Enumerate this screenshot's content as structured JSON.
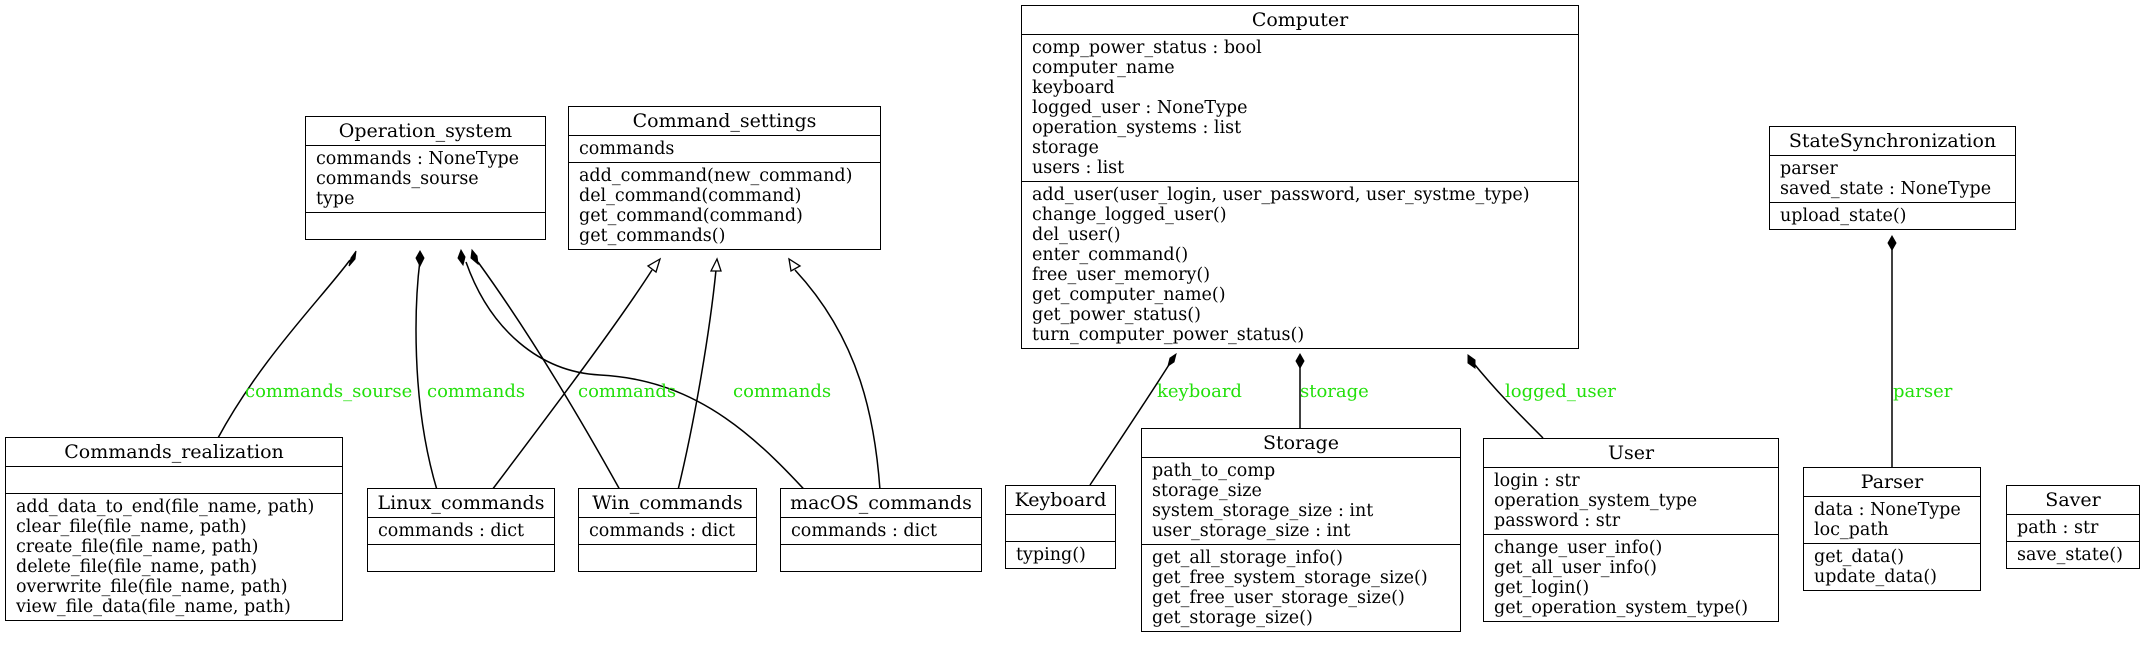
{
  "classes": {
    "operation_system": {
      "name": "Operation_system",
      "attributes": "commands : NoneType\ncommands_sourse\ntype",
      "methods": ""
    },
    "command_settings": {
      "name": "Command_settings",
      "attributes": "commands",
      "methods": "add_command(new_command)\ndel_command(command)\nget_command(command)\nget_commands()"
    },
    "computer": {
      "name": "Computer",
      "attributes": "comp_power_status : bool\ncomputer_name\nkeyboard\nlogged_user : NoneType\noperation_systems : list\nstorage\nusers : list",
      "methods": "add_user(user_login, user_password, user_systme_type)\nchange_logged_user()\ndel_user()\nenter_command()\nfree_user_memory()\nget_computer_name()\nget_power_status()\nturn_computer_power_status()"
    },
    "state_sync": {
      "name": "StateSynchronization",
      "attributes": "parser\nsaved_state : NoneType",
      "methods": "upload_state()"
    },
    "commands_realization": {
      "name": "Commands_realization",
      "attributes": "",
      "methods": "add_data_to_end(file_name, path)\nclear_file(file_name, path)\ncreate_file(file_name, path)\ndelete_file(file_name, path)\noverwrite_file(file_name, path)\nview_file_data(file_name, path)"
    },
    "linux_commands": {
      "name": "Linux_commands",
      "attributes": "commands : dict",
      "methods": ""
    },
    "win_commands": {
      "name": "Win_commands",
      "attributes": "commands : dict",
      "methods": ""
    },
    "macos_commands": {
      "name": "macOS_commands",
      "attributes": "commands : dict",
      "methods": ""
    },
    "keyboard": {
      "name": "Keyboard",
      "attributes": "",
      "methods": "typing()"
    },
    "storage": {
      "name": "Storage",
      "attributes": "path_to_comp\nstorage_size\nsystem_storage_size : int\nuser_storage_size : int",
      "methods": "get_all_storage_info()\nget_free_system_storage_size()\nget_free_user_storage_size()\nget_storage_size()"
    },
    "user": {
      "name": "User",
      "attributes": "login : str\noperation_system_type\npassword : str",
      "methods": "change_user_info()\nget_all_user_info()\nget_login()\nget_operation_system_type()"
    },
    "parser": {
      "name": "Parser",
      "attributes": "data : NoneType\nloc_path",
      "methods": "get_data()\nupdate_data()"
    },
    "saver": {
      "name": "Saver",
      "attributes": "path : str",
      "methods": "save_state()"
    }
  },
  "edge_labels": {
    "commands_sourse": "commands_sourse",
    "linux_commands": "commands",
    "win_commands": "commands",
    "macos_commands": "commands",
    "keyboard": "keyboard",
    "storage": "storage",
    "logged_user": "logged_user",
    "parser": "parser"
  },
  "colors": {
    "edge_label": "#22e00a",
    "line": "#000000"
  }
}
